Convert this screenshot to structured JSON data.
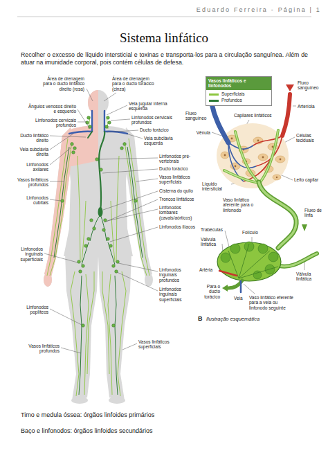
{
  "diagram": {
    "title": "Sistema linfático",
    "nodes": [
      {
        "text": [
          "Vasos linfáticos e linfonodos"
        ]
      }
    ],
    "labels": [
      "Eduardo Ferreira - Página | 1",
      "Recolher o excesso de líquido intersticial e toxinas e transporta-los para a circulação sanguínea. Além de atuar na imunidade corporal, pois contém células de defesa.",
      "Área de drenagem para o ducto linfático direito (rosa)",
      "Área de drenagem para o ducto torácico (cinza)",
      "Veia jugular interna esquerda",
      "Ângulos venosos direito e esquerdo",
      "Linfonodos cervicais profundos",
      "Linfonodos cervicais profundos",
      "Ducto torácico",
      "Ducto linfático direito",
      "Veia subclávia esquerda",
      "Veia subclávia direita",
      "Linfonodos axilares",
      "Linfonodos pré-vertebrais",
      "Ducto torácico",
      "Vasos linfáticos superficiais",
      "Cisterna do quilo",
      "Vasos linfáticos profundos",
      "Linfonodos cubitais",
      "Troncos linfáticos",
      "Linfonodos lombares (cavais/aórticos)",
      "Linfonodos ilíacos",
      "Linfonodos inguinais profundos",
      "Linfonodos inguinais superficiais",
      "Linfonodos inguinais superficiais",
      "Linfonodos poplíteos",
      "Vasos linfáticos profundos",
      "Vasos linfáticos superficiais",
      "Fluxo sanguíneo",
      "Fluxo sanguíneo",
      "Arteríola",
      "Vênula",
      "Capilares linfáticos",
      "Células teciduais",
      "Líquido intersticial",
      "Leito capilar",
      "Vaso linfático aferente para o linfonodo",
      "Fluxo de linfa",
      "Trabéculas",
      "Folículo",
      "Válvula linfática",
      "Artéria",
      "Veia",
      "Para o ducto torácico",
      "Vaso linfático eferente para a veia ou linfonodo seguinte",
      "Válvula linfática",
      "B",
      "Ilustração esquemática",
      "Timo e medula óssea: órgãos linfoides primários",
      "Baço e linfonodos: órgãos linfoides secundários"
    ],
    "legend": [
      {
        "text": "Superficiais",
        "color": "#8cc63f"
      },
      {
        "text": "Profundos",
        "color": "#2e7a38"
      }
    ]
  }
}
